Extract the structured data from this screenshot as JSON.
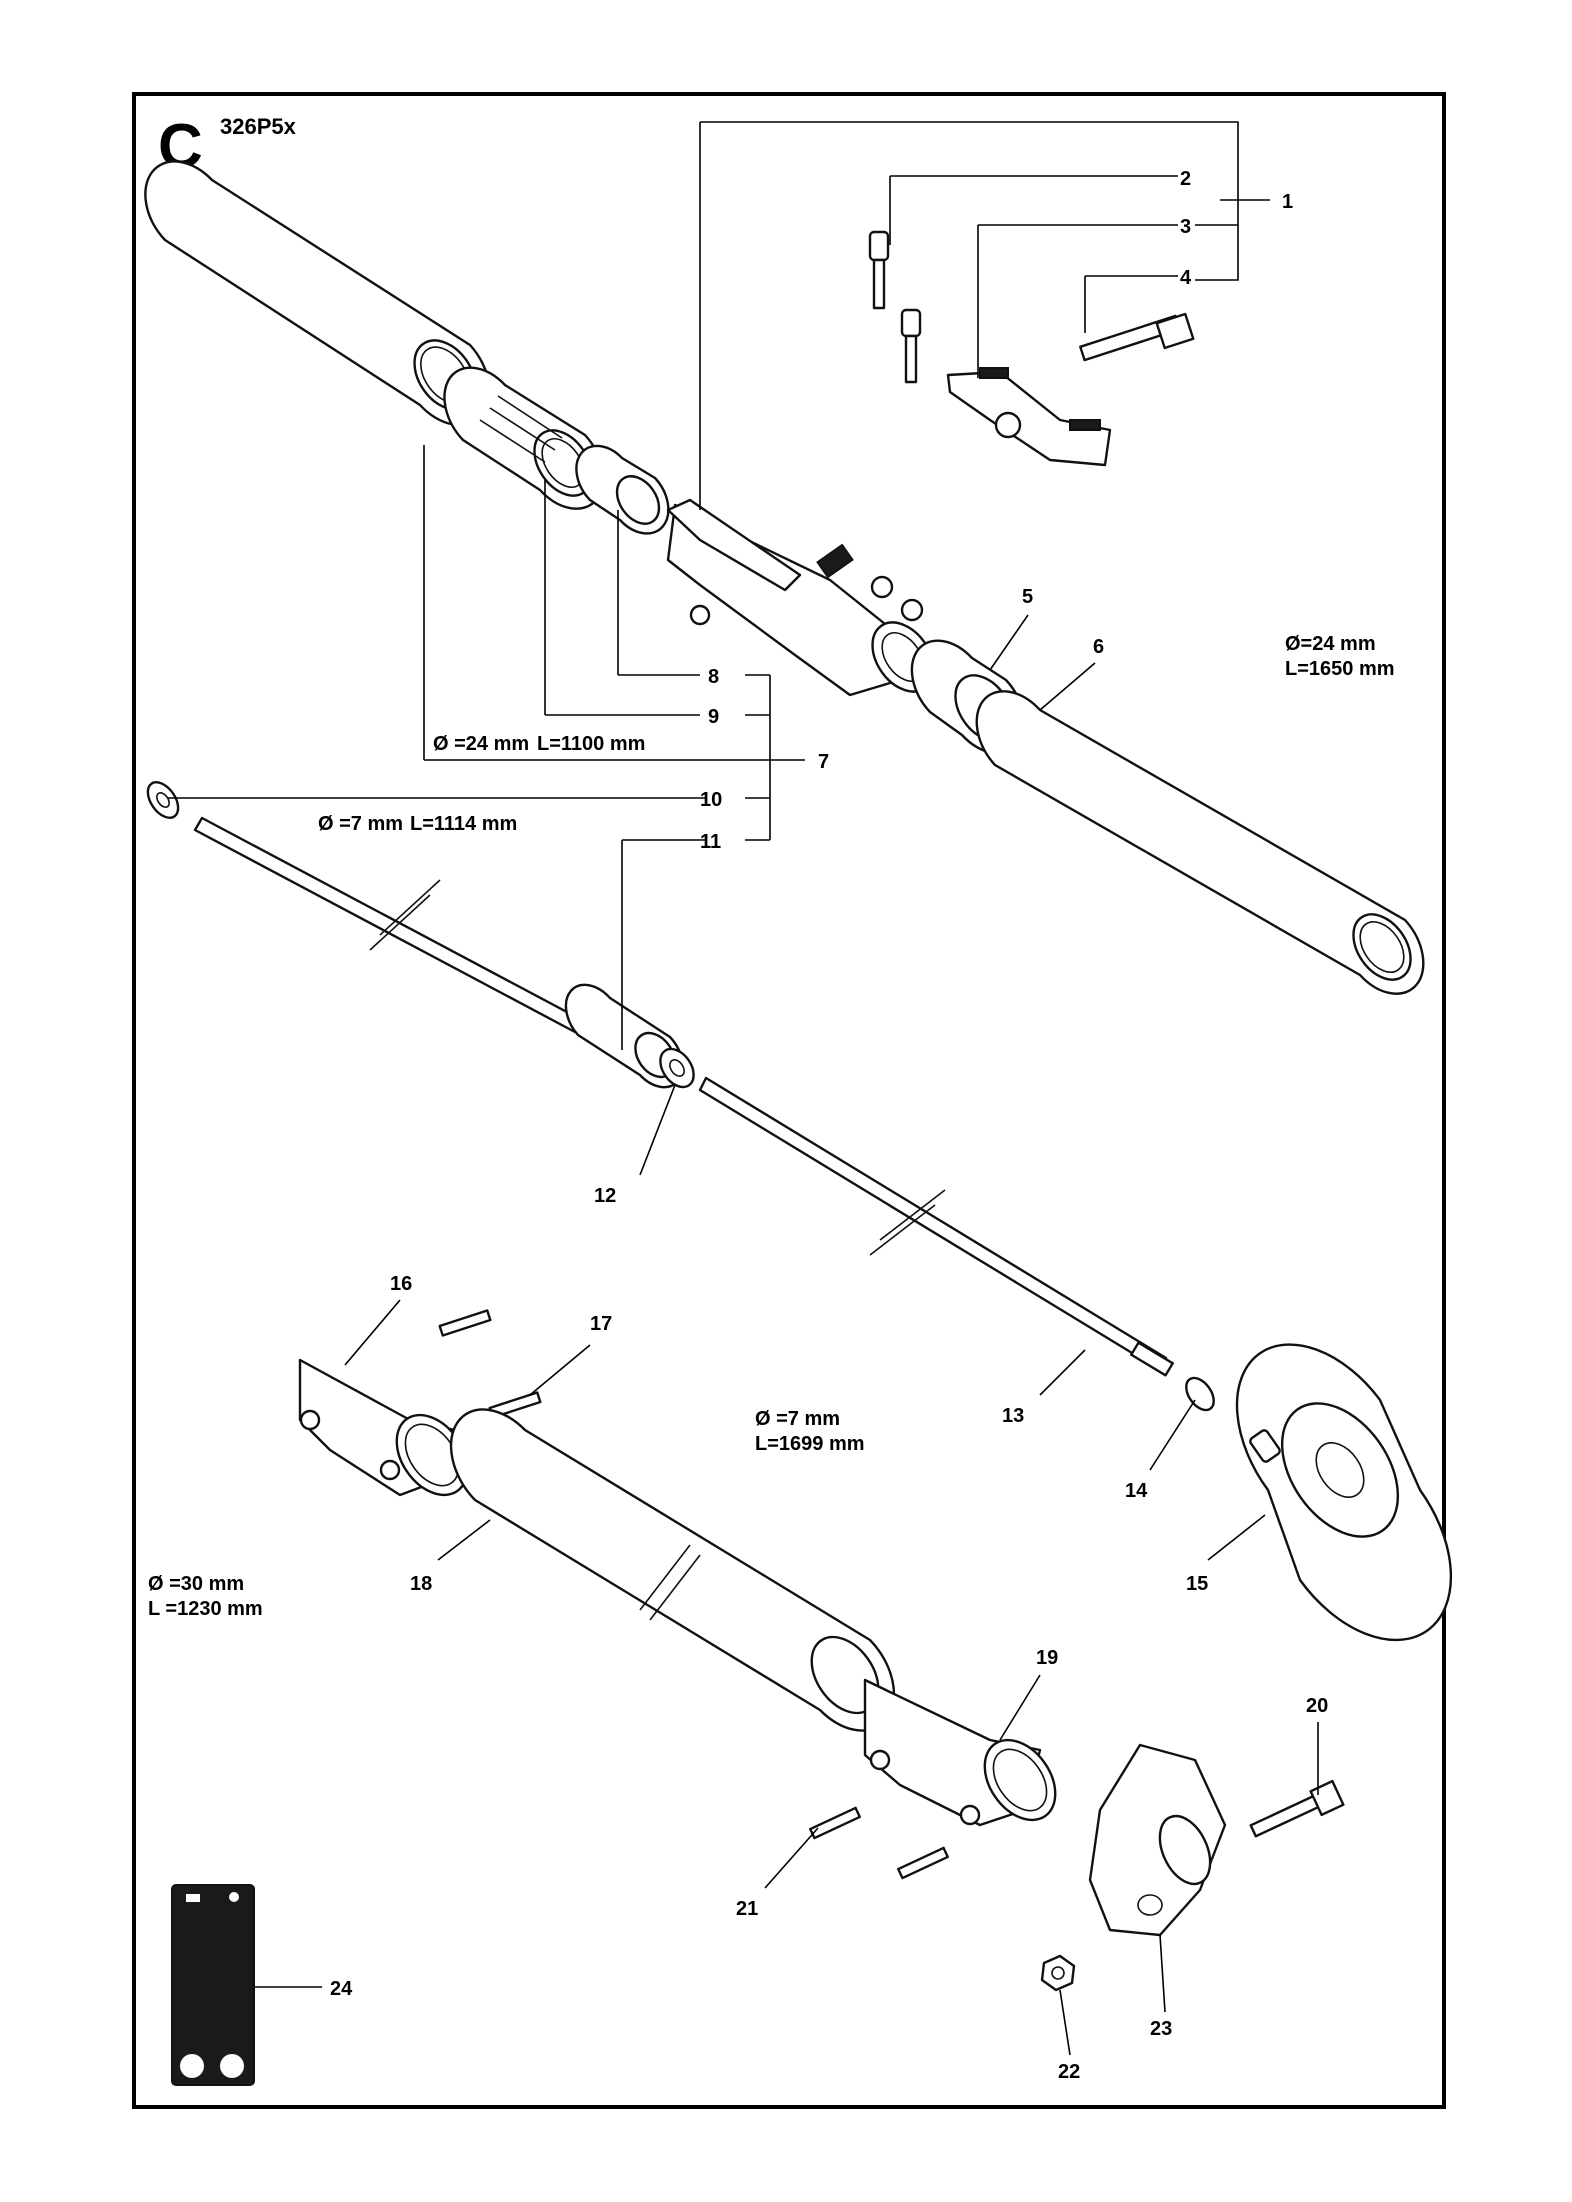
{
  "header": {
    "section_letter": "C",
    "model": "326P5x"
  },
  "dimensions": {
    "d7_left": "Ø =24 mm",
    "d7_right": "L=1100 mm",
    "d10_left": "Ø =7 mm",
    "d10_right": "L=1114 mm",
    "d6_line1": "Ø=24 mm",
    "d6_line2": "L=1650 mm",
    "d13_line1": "Ø =7 mm",
    "d13_line2": "L=1699 mm",
    "d18_line1": "Ø =30 mm",
    "d18_line2": "L  =1230 mm"
  },
  "callouts": [
    "1",
    "2",
    "3",
    "4",
    "5",
    "6",
    "7",
    "8",
    "9",
    "10",
    "11",
    "12",
    "13",
    "14",
    "15",
    "16",
    "17",
    "18",
    "19",
    "20",
    "21",
    "22",
    "23",
    "24"
  ]
}
